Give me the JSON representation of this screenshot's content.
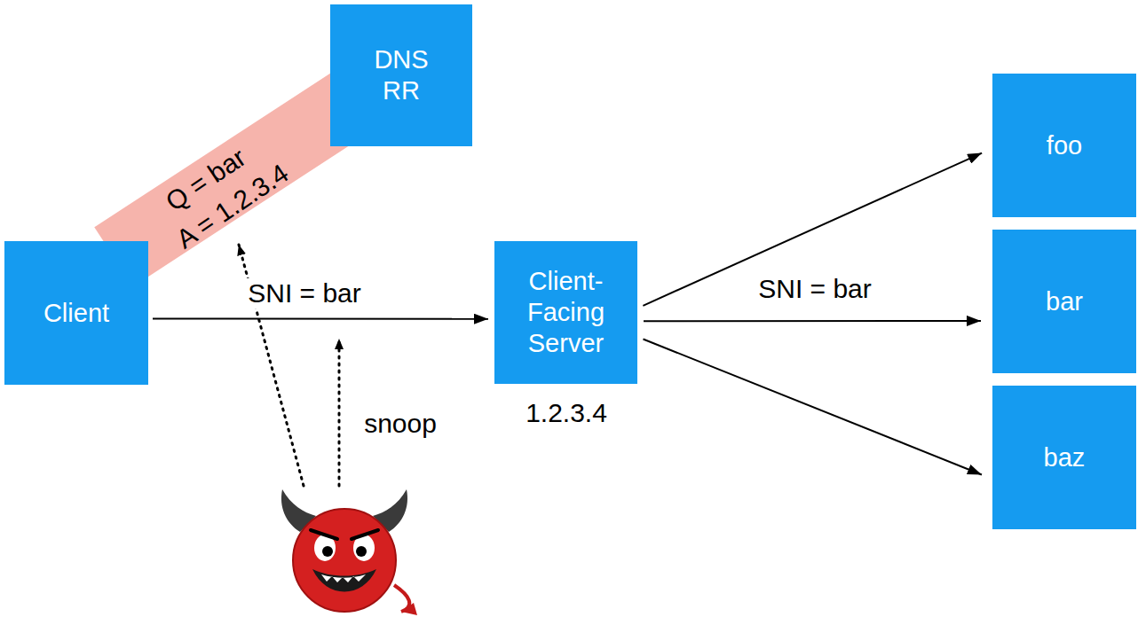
{
  "diagram": {
    "nodes": [
      {
        "text": [
          "Client"
        ]
      },
      {
        "text": [
          "DNS RR"
        ]
      },
      {
        "text": [
          "Client- Facing Server"
        ]
      },
      {
        "text": [
          "foo"
        ]
      },
      {
        "text": [
          "bar"
        ]
      },
      {
        "text": [
          "baz"
        ]
      }
    ],
    "edges": [
      {
        "from": 0,
        "to": 1,
        "arrow": "none"
      },
      {
        "from": 0,
        "to": 2,
        "label": "SNI = bar",
        "arrow": "to"
      },
      {
        "from": 2,
        "to": 3,
        "arrow": "to"
      },
      {
        "from": 2,
        "to": 4,
        "label": "SNI = bar",
        "arrow": "to"
      },
      {
        "from": 2,
        "to": 5,
        "arrow": "to"
      }
    ],
    "labels": [
      "Q = bar",
      "A = 1.2.3.4",
      "snoop",
      "1.2.3.4"
    ]
  }
}
